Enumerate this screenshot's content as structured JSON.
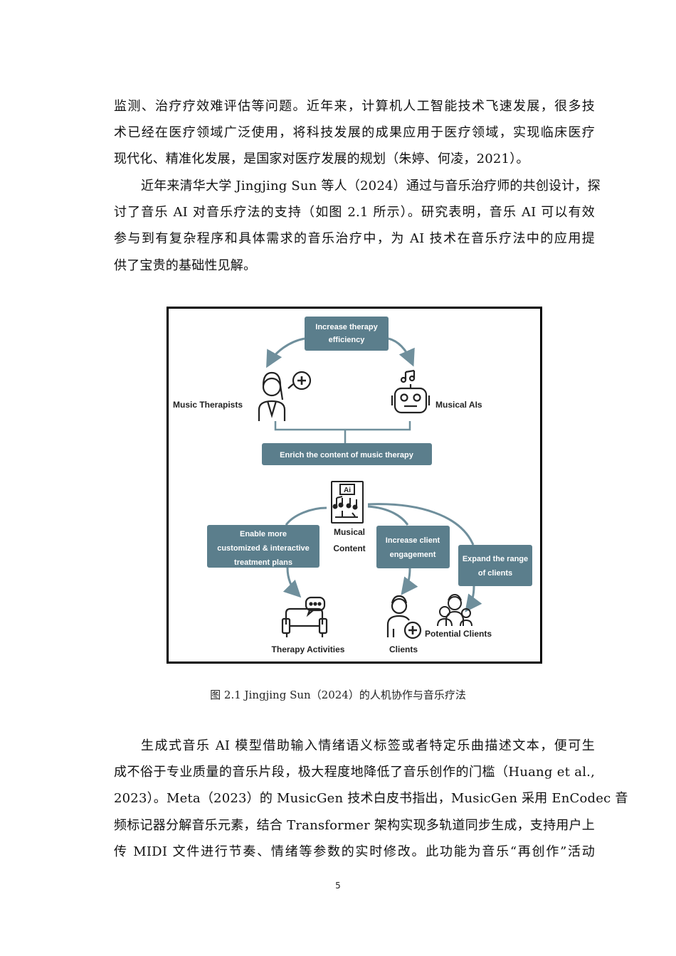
{
  "paragraphs": {
    "p1": [
      "监测、治疗疗效难评估等问题。近年来，计算机人工智能技术飞速发展，很多技",
      "术已经在医疗领域广泛使用，将科技发展的成果应用于医疗领域，实现临床医疗",
      "现代化、精准化发展，是国家对医疗发展的规划（朱婷、何凌，2021）。"
    ],
    "p2": [
      "近年来清华大学 Jingjing Sun 等人（2024）通过与音乐治疗师的共创设计，探",
      "讨了音乐 AI 对音乐疗法的支持（如图 2.1 所示）。研究表明，音乐 AI 可以有效",
      "参与到有复杂程序和具体需求的音乐治疗中，为 AI 技术在音乐疗法中的应用提",
      "供了宝贵的基础性见解。"
    ],
    "p3": [
      "生成式音乐 AI 模型借助输入情绪语义标签或者特定乐曲描述文本，便可生",
      "成不俗于专业质量的音乐片段，极大程度地降低了音乐创作的门槛（Huang et al.,",
      "2023）。Meta（2023）的 MusicGen 技术白皮书指出，MusicGen 采用 EnCodec 音",
      "频标记器分解音乐元素，结合 Transformer 架构实现多轨道同步生成，支持用户上",
      "传 MIDI 文件进行节奏、情绪等参数的实时修改。此功能为音乐“再创作”活动"
    ]
  },
  "figure": {
    "box_top_l1": "Increase therapy",
    "box_top_l2": "efficiency",
    "label_therapists": "Music Therapists",
    "label_ais": "Musical AIs",
    "box_enrich": "Enrich the content of music therapy",
    "ai_tag": "Ai",
    "label_content_l1": "Musical",
    "label_content_l2": "Content",
    "box_custom_l1": "Enable more",
    "box_custom_l2": "customized & interactive",
    "box_custom_l3": "treatment plans",
    "box_engage_l1": "Increase client",
    "box_engage_l2": "engagement",
    "box_range_l1": "Expand the range",
    "box_range_l2": "of clients",
    "label_activities": "Therapy Activities",
    "label_clients": "Clients",
    "label_potential": "Potential Clients",
    "colors": {
      "box": "#5b7e8c",
      "arrow": "#6f8f9c",
      "icon": "#222222"
    }
  },
  "caption": "图 2.1 Jingjing Sun（2024）的人机协作与音乐疗法",
  "page_number": "5"
}
